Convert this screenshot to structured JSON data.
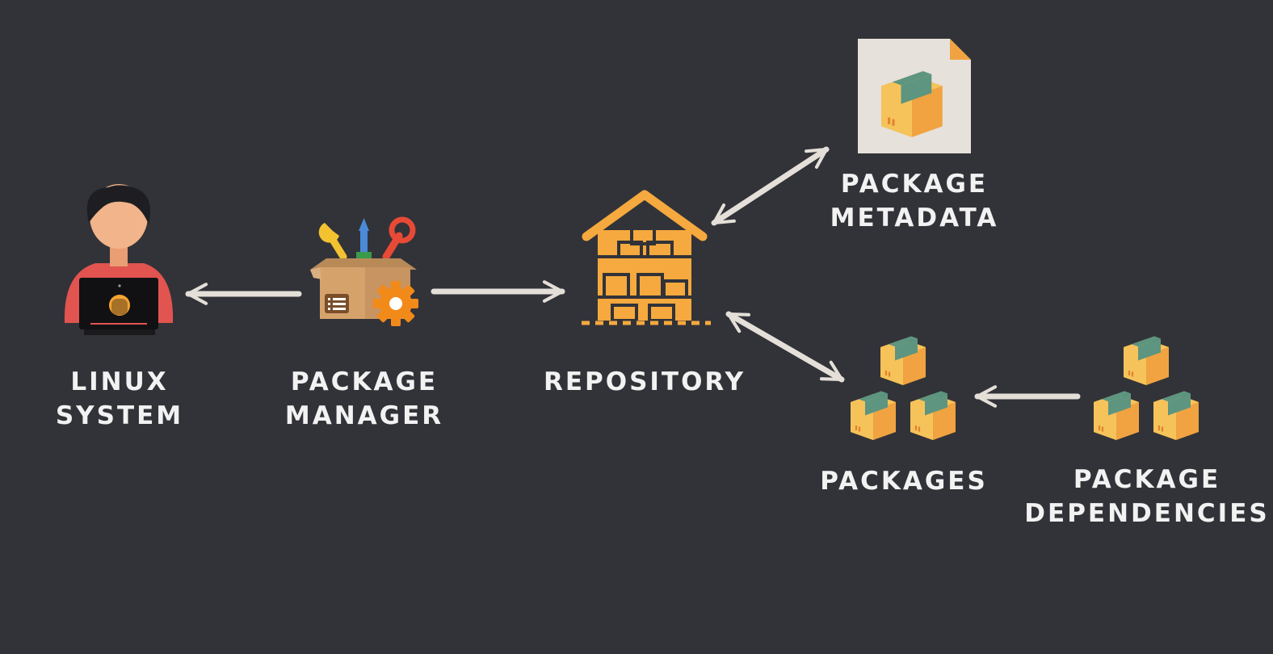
{
  "nodes": {
    "linux_system": {
      "label_lines": [
        "LINUX",
        "SYSTEM"
      ],
      "icon": "user-at-laptop-icon"
    },
    "package_manager": {
      "label_lines": [
        "PACKAGE",
        "MANAGER"
      ],
      "icon": "toolbox-with-tools-icon"
    },
    "repository": {
      "label_lines": [
        "REPOSITORY"
      ],
      "icon": "warehouse-icon"
    },
    "package_metadata": {
      "label_lines": [
        "PACKAGE",
        "METADATA"
      ],
      "icon": "package-document-icon"
    },
    "packages": {
      "label_lines": [
        "PACKAGES"
      ],
      "icon": "package-stack-icon"
    },
    "package_dependencies": {
      "label_lines": [
        "PACKAGE",
        "DEPENDENCIES"
      ],
      "icon": "package-stack-icon"
    }
  },
  "edges": [
    {
      "from": "package_manager",
      "to": "linux_system",
      "direction": "one-way"
    },
    {
      "from": "package_manager",
      "to": "repository",
      "direction": "one-way"
    },
    {
      "from": "repository",
      "to": "package_metadata",
      "direction": "two-way"
    },
    {
      "from": "repository",
      "to": "packages",
      "direction": "two-way"
    },
    {
      "from": "package_dependencies",
      "to": "packages",
      "direction": "one-way"
    }
  ],
  "colors": {
    "background": "#323338",
    "text": "#f2f2f2",
    "arrow": "#e4dfd8",
    "box_orange": "#f0a340",
    "box_light": "#f6c35a",
    "tape_teal": "#5d9580",
    "warehouse": "#f5a93e",
    "shirt_red": "#e2544f",
    "skin": "#f2b48a",
    "hair": "#1e1e22",
    "doc_paper": "#e6e1db"
  }
}
